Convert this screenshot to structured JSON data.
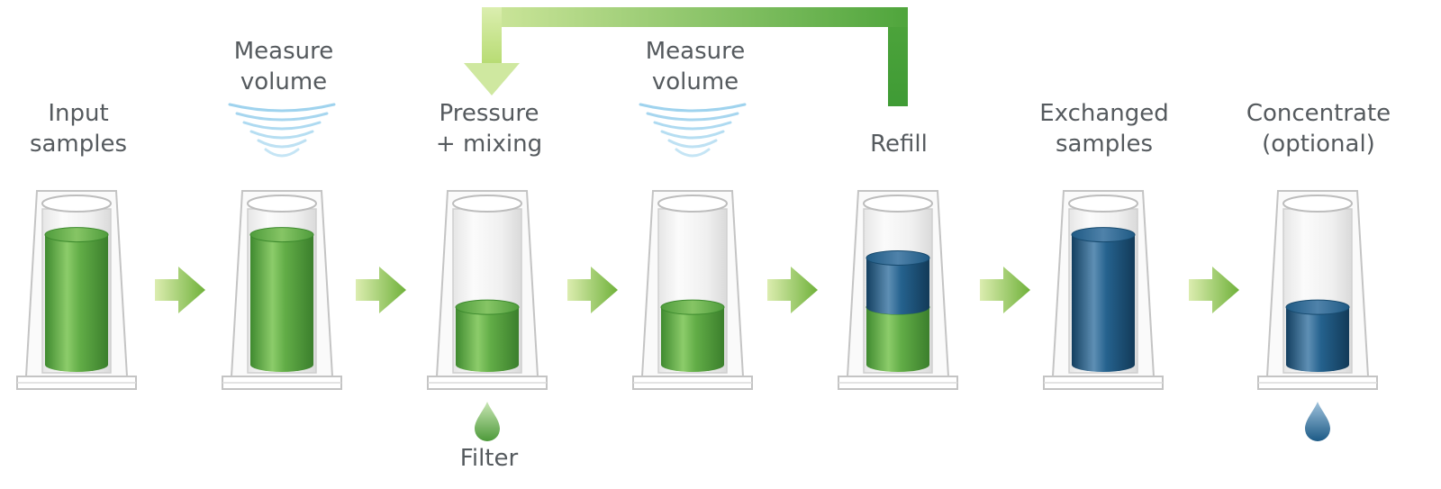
{
  "colors": {
    "green_liquid": "#59a842",
    "blue_liquid": "#1b5a85",
    "arrow_green": "#8cc43f",
    "wave_blue": "#9fd3ee",
    "label_text": "#555a5e",
    "holder_outline": "#c4c4c4"
  },
  "labels": {
    "step1": {
      "line1": "Input",
      "line2": "samples"
    },
    "step2_top": {
      "line1": "Measure",
      "line2": "volume"
    },
    "step3": {
      "line1": "Pressure",
      "line2": "+ mixing"
    },
    "step4_top": {
      "line1": "Measure",
      "line2": "volume"
    },
    "step5": {
      "line1": "Refill"
    },
    "step6": {
      "line1": "Exchanged",
      "line2": "samples"
    },
    "step7": {
      "line1": "Concentrate",
      "line2": "(optional)"
    },
    "filter": {
      "line1": "Filter"
    }
  },
  "steps": [
    {
      "name": "input-samples",
      "layers": [
        {
          "liquid": "green",
          "fraction": 0.95
        }
      ],
      "wave_icon": false,
      "drop": null
    },
    {
      "name": "measure-volume-1",
      "layers": [
        {
          "liquid": "green",
          "fraction": 0.95
        }
      ],
      "wave_icon": true,
      "drop": null
    },
    {
      "name": "pressure-mixing",
      "layers": [
        {
          "liquid": "green",
          "fraction": 0.42
        }
      ],
      "wave_icon": false,
      "drop": "green"
    },
    {
      "name": "measure-volume-2",
      "layers": [
        {
          "liquid": "green",
          "fraction": 0.42
        }
      ],
      "wave_icon": true,
      "drop": null
    },
    {
      "name": "refill",
      "layers": [
        {
          "liquid": "green",
          "fraction": 0.42
        },
        {
          "liquid": "blue",
          "fraction": 0.36
        }
      ],
      "wave_icon": false,
      "drop": null
    },
    {
      "name": "exchanged-samples",
      "layers": [
        {
          "liquid": "blue",
          "fraction": 0.95
        }
      ],
      "wave_icon": false,
      "drop": null
    },
    {
      "name": "concentrate",
      "layers": [
        {
          "liquid": "blue",
          "fraction": 0.42
        }
      ],
      "wave_icon": false,
      "drop": "blue"
    }
  ],
  "loop_arrow": {
    "from": "refill",
    "to": "pressure-mixing"
  }
}
